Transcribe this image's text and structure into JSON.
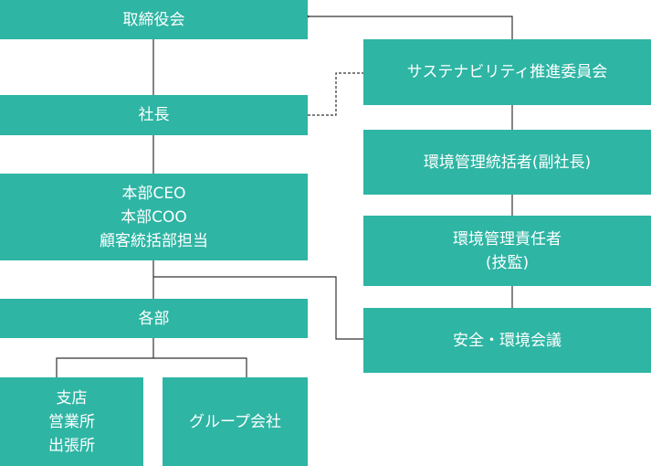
{
  "left_column": {
    "board": "取締役会",
    "president": "社長",
    "headquarters": [
      "本部CEO",
      "本部COO",
      "顧客統括部担当"
    ],
    "departments": "各部",
    "branches": [
      "支店",
      "営業所",
      "出張所"
    ],
    "group_companies": "グループ会社"
  },
  "right_column": {
    "sustainability_committee": "サステナビリティ推進委員会",
    "env_general_manager": "環境管理統括者(副社長)",
    "env_manager": [
      "環境管理責任者",
      "(技監)"
    ],
    "safety_env_meeting": "安全・環境会議"
  },
  "colors": {
    "box": "#2eb5a4",
    "text": "#ffffff",
    "line": "#333333"
  }
}
